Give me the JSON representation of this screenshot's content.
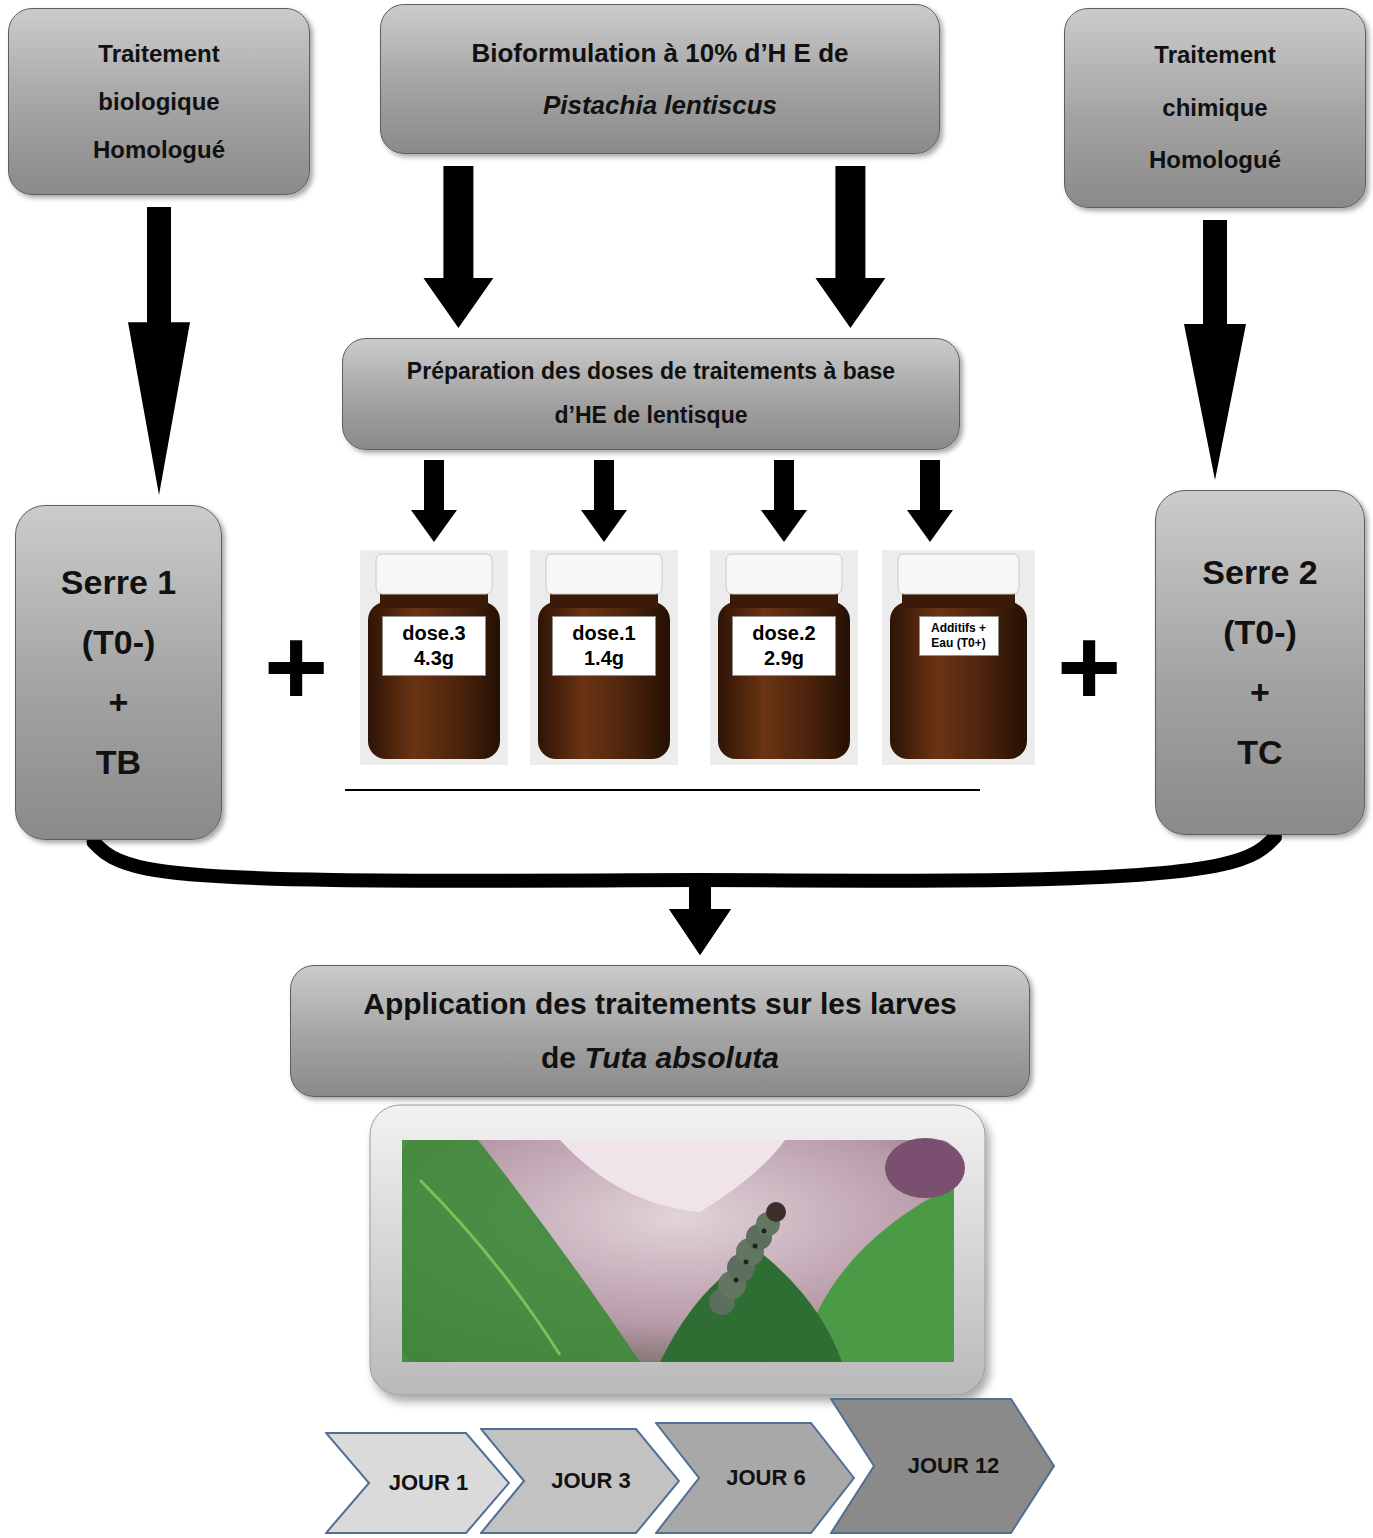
{
  "diagram": {
    "nodes": [
      {
        "text": [
          "Traitement biologique Homologué"
        ]
      },
      {
        "text": [
          "Bioformulation à 10% d’H E de",
          "Pistachia lentiscus"
        ]
      },
      {
        "text": [
          "Traitement chimique Homologué"
        ]
      },
      {
        "text": [
          "Préparation des doses de traitements à base d’HE de lentisque"
        ]
      },
      {
        "text": [
          "Serre 1",
          "(T0-)",
          "+",
          "TB"
        ]
      },
      {
        "text": [
          "dose.3 4.3g"
        ]
      },
      {
        "text": [
          "dose.1 1.4g"
        ]
      },
      {
        "text": [
          "dose.2 2.9g"
        ]
      },
      {
        "text": [
          "Additifs + Eau (T0+)"
        ]
      },
      {
        "text": [
          "Serre 2",
          "(T0-)",
          "+",
          "TC"
        ]
      },
      {
        "text": [
          "Application des traitements sur les larves de",
          "Tuta absoluta"
        ]
      },
      {
        "text": [
          "JOUR 1"
        ]
      },
      {
        "text": [
          "JOUR 3"
        ]
      },
      {
        "text": [
          "JOUR 6"
        ]
      },
      {
        "text": [
          "JOUR 12"
        ]
      }
    ],
    "edges": [
      {
        "from": 0,
        "to": 4,
        "arrow": "to"
      },
      {
        "from": 1,
        "to": 3,
        "arrow": "to"
      },
      {
        "from": 1,
        "to": 3,
        "arrow": "to"
      },
      {
        "from": 3,
        "to": 5,
        "arrow": "to"
      },
      {
        "from": 3,
        "to": 6,
        "arrow": "to"
      },
      {
        "from": 3,
        "to": 7,
        "arrow": "to"
      },
      {
        "from": 3,
        "to": 8,
        "arrow": "to"
      },
      {
        "from": 2,
        "to": 9,
        "arrow": "to"
      },
      {
        "from": 4,
        "to": 10,
        "arrow": "to"
      },
      {
        "from": 9,
        "to": 10,
        "arrow": "to"
      }
    ],
    "labels": [
      "+",
      "+"
    ]
  }
}
